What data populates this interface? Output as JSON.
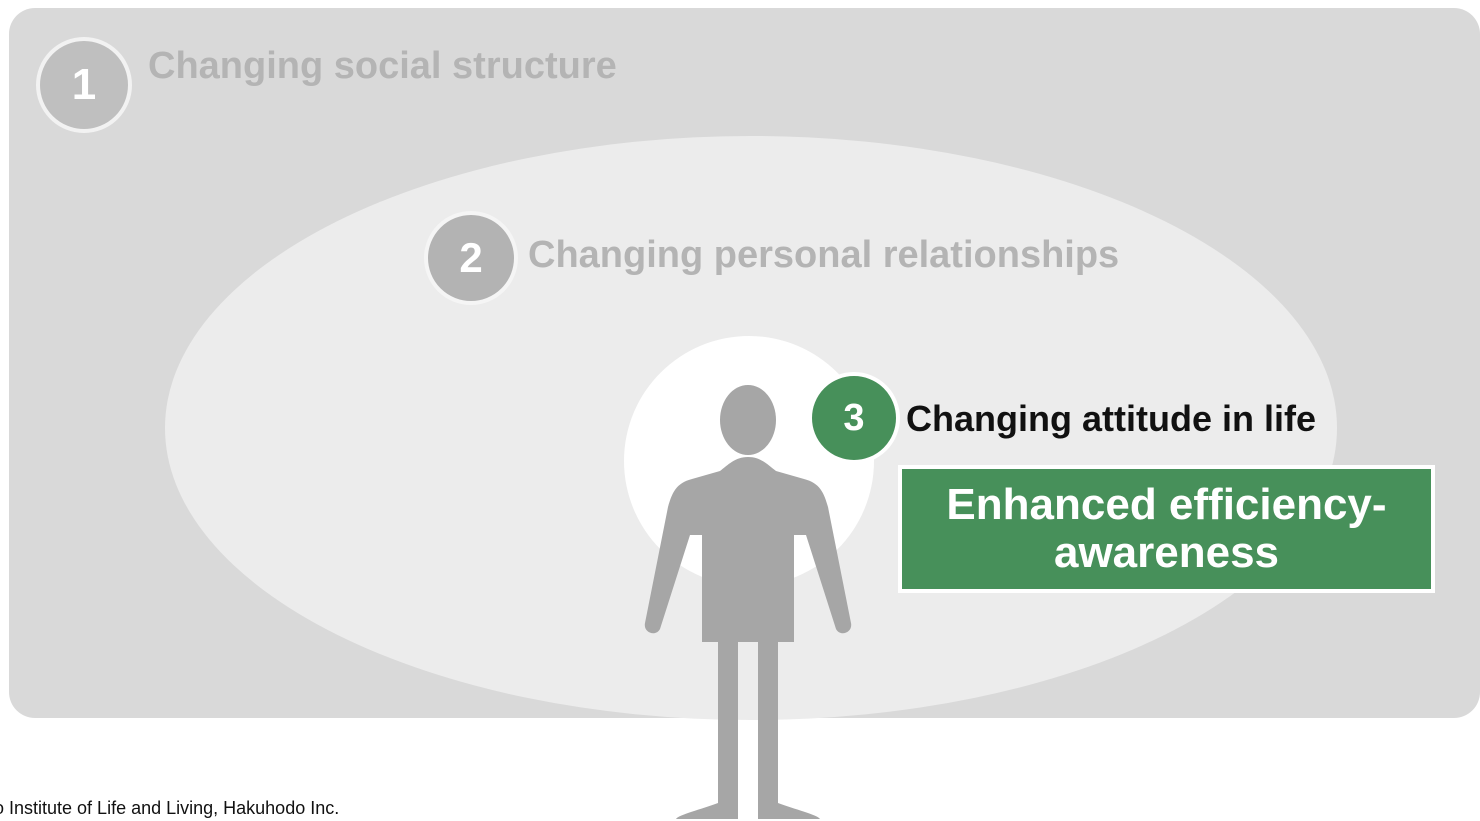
{
  "levels": [
    {
      "number": "1",
      "label": "Changing social structure"
    },
    {
      "number": "2",
      "label": "Changing personal relationships"
    },
    {
      "number": "3",
      "label": "Changing attitude in life"
    }
  ],
  "highlight": "Enhanced efficiency-awareness",
  "source": "o Institute of Life and Living, Hakuhodo Inc.",
  "icons": {
    "figure": "person-icon"
  },
  "colors": {
    "outer": "#d9d9d9",
    "middle": "#ececec",
    "inner": "#ffffff",
    "accent": "#47905a",
    "muted_text": "#b4b4b4",
    "figure": "#a6a6a6"
  }
}
